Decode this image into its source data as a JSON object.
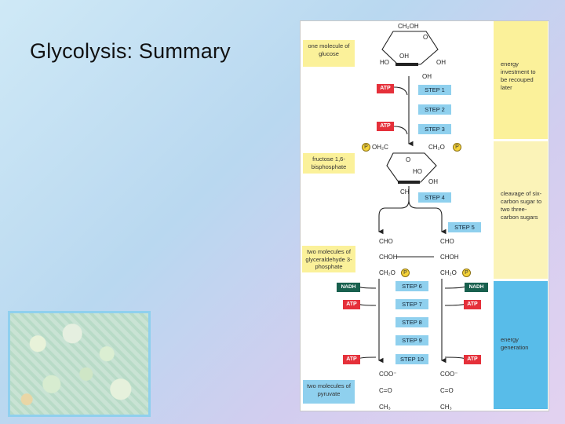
{
  "slide": {
    "title": "Glycolysis:  Summary"
  },
  "figure": {
    "phases": [
      "energy investment to be recouped later",
      "cleavage of six-carbon sugar to two three-carbon sugars",
      "energy generation"
    ],
    "labels": {
      "glucose": "one molecule of glucose",
      "fructose": "fructose 1,6-bisphosphate",
      "g3p": "two molecules of glyceraldehyde 3-phosphate",
      "pyruvate": "two molecules of pyruvate"
    },
    "steps": [
      "STEP 1",
      "STEP 2",
      "STEP 3",
      "STEP 4",
      "STEP 5",
      "STEP 6",
      "STEP 7",
      "STEP 8",
      "STEP 9",
      "STEP 10"
    ],
    "atp": "ATP",
    "nadh": "NADH",
    "p": "P",
    "chem": {
      "ch2oh": "CH₂OH",
      "o": "O",
      "oh": "OH",
      "ho": "HO",
      "oh2c": "OH₂C",
      "ch2o": "CH₂O",
      "ch": "CH",
      "cho": "CHO",
      "choh": "CHOH",
      "ch2o_p": "CH₂O",
      "coo": "COO⁻",
      "co": "C=O",
      "ch3": "CH₃",
      "cho_l": "CHO",
      "choh_l": "CHOH"
    }
  },
  "colors": {
    "yellow": "#fbf19a",
    "blue": "#8fd0ee",
    "atp_red": "#e5303a",
    "nadh_green": "#18604e",
    "phosphate": "#f5d33a"
  }
}
